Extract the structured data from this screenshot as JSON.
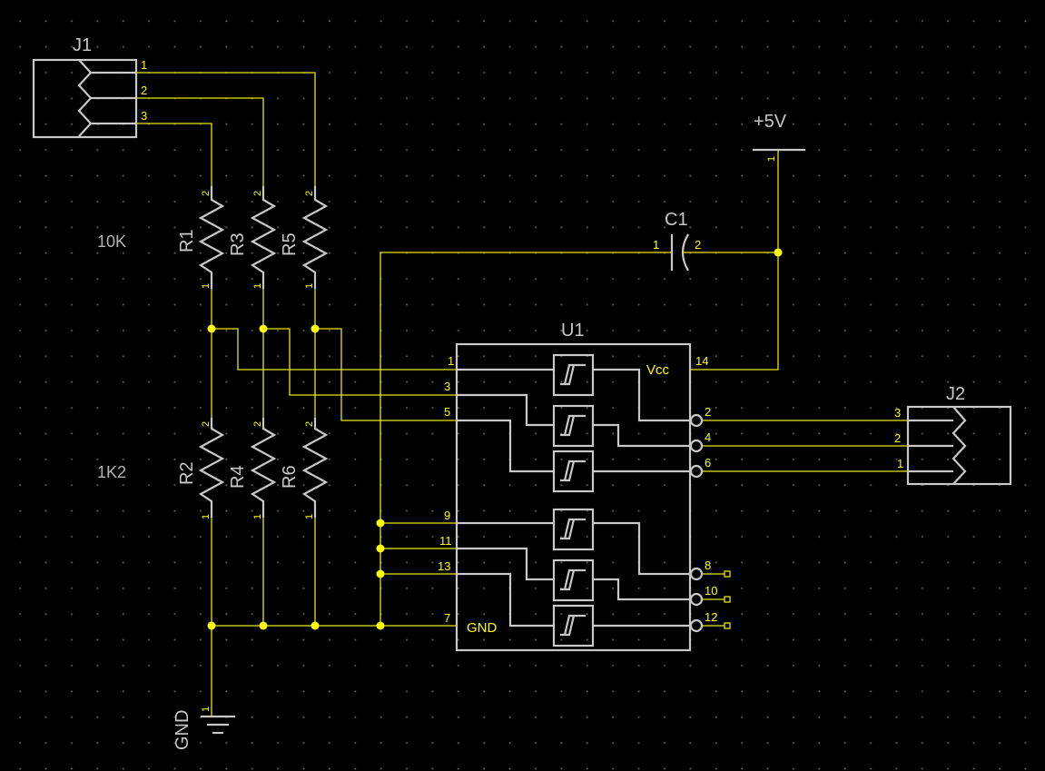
{
  "connectors": {
    "j1": {
      "ref": "J1",
      "pins": [
        "1",
        "2",
        "3"
      ]
    },
    "j2": {
      "ref": "J2",
      "pins": [
        "3",
        "2",
        "1"
      ]
    }
  },
  "resistors": {
    "r1": {
      "ref": "R1",
      "pin_top": "2",
      "pin_bottom": "1"
    },
    "r3": {
      "ref": "R3",
      "pin_top": "2",
      "pin_bottom": "1"
    },
    "r5": {
      "ref": "R5",
      "pin_top": "2",
      "pin_bottom": "1"
    },
    "r2": {
      "ref": "R2",
      "pin_top": "2",
      "pin_bottom": "1"
    },
    "r4": {
      "ref": "R4",
      "pin_top": "2",
      "pin_bottom": "1"
    },
    "r6": {
      "ref": "R6",
      "pin_top": "2",
      "pin_bottom": "1"
    },
    "value_top": "10K",
    "value_bottom": "1K2"
  },
  "capacitor": {
    "ref": "C1",
    "pin_left": "1",
    "pin_right": "2"
  },
  "power": {
    "label": "+5V",
    "pin": "1"
  },
  "ground": {
    "label": "GND",
    "pin": "1"
  },
  "ic": {
    "ref": "U1",
    "vcc_label": "Vcc",
    "gnd_label": "GND",
    "left_pins": [
      "1",
      "3",
      "5",
      "9",
      "11",
      "13",
      "7"
    ],
    "right_pins": [
      "14",
      "2",
      "4",
      "6",
      "8",
      "10",
      "12"
    ]
  }
}
